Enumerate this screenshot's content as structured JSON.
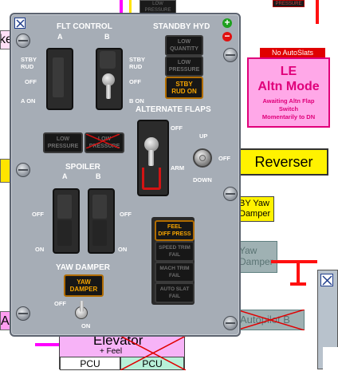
{
  "panel": {
    "flt_control": {
      "title": "FLT CONTROL",
      "a": "A",
      "b": "B",
      "stby_rud": "STBY\nRUD",
      "off": "OFF",
      "a_on": "A ON",
      "b_on": "B ON"
    },
    "standby_hyd": {
      "title": "STANDBY HYD",
      "low_quantity": [
        "LOW",
        "QUANTITY"
      ],
      "low_pressure": [
        "LOW",
        "PRESSURE"
      ],
      "stby_rud_on": [
        "STBY",
        "RUD ON"
      ]
    },
    "alternate_flaps": {
      "title": "ALTERNATE FLAPS",
      "off": "OFF",
      "arm": "ARM",
      "up": "UP",
      "off2": "OFF",
      "down": "DOWN"
    },
    "low_pressure_a": [
      "LOW",
      "PRESSURE"
    ],
    "low_pressure_b": [
      "LOW",
      "PRESSURE"
    ],
    "spoiler": {
      "title": "SPOILER",
      "a": "A",
      "b": "B",
      "off_left": "OFF",
      "off_right": "OFF",
      "on_left": "ON",
      "on_right": "ON"
    },
    "annunciators": {
      "feel_diff": [
        "FEEL",
        "DIFF PRESS"
      ],
      "speed_trim": [
        "SPEED TRIM",
        "FAIL"
      ],
      "mach_trim": [
        "MACH TRIM",
        "FAIL"
      ],
      "auto_slat": [
        "AUTO SLAT",
        "FAIL"
      ]
    },
    "yaw_damper": {
      "title": "YAW DAMPER",
      "light": [
        "YAW",
        "DAMPER"
      ],
      "off": "OFF",
      "on": "ON"
    }
  },
  "side": {
    "no_autoslats": "No AutoSlats",
    "le_altn": {
      "title": "LE\nAltn Mode",
      "sub": "Awaiting Altn Flap\nSwitch\nMomentarily to DN"
    },
    "reverser": "Reverser",
    "stby_yaw": "BY Yaw\nDamper",
    "yaw_damper_faded": "Yaw\nDamper",
    "autopilot_b": "Autopilot B",
    "elevator": {
      "title": "Elevator",
      "feel": "+ Feel",
      "pcu1": "PCU",
      "pcu2": "PCU"
    },
    "pressure_top": "PRESSURE",
    "low_pressure_top": "LOW\nPRESSURE",
    "left_a": "A",
    "left_ke": "ke"
  },
  "colors": {
    "panel": "#a6adb6",
    "amber": "#f6a400",
    "reverser": "#fff200",
    "le_box": "#ffa8e8",
    "le_text": "#e0007a",
    "elevator": "#f7b3f7"
  }
}
